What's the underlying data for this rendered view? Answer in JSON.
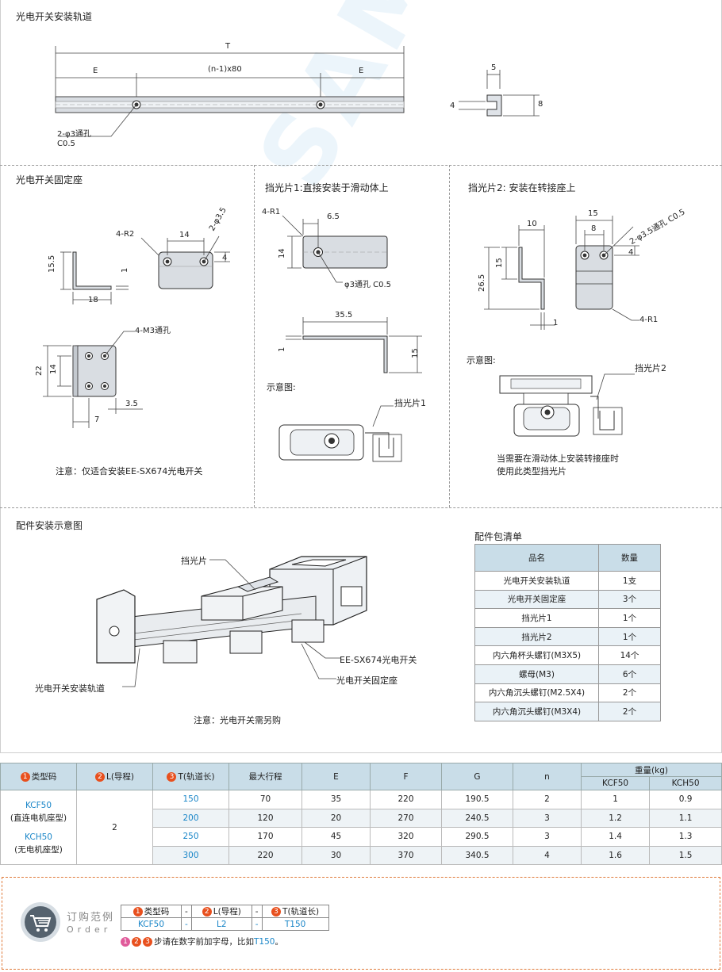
{
  "sections": {
    "rail": "光电开关安装轨道",
    "mount": "光电开关固定座",
    "flag1": "挡光片1:直接安装于滑动体上",
    "flag2": "挡光片2: 安装在转接座上",
    "assembly": "配件安装示意图",
    "parts_list": "配件包清单"
  },
  "rail_dims": {
    "T": "T",
    "E_left": "E",
    "pitch": "(n-1)x80",
    "E_right": "E",
    "hole": "2-φ3通孔",
    "chamfer": "C0.5",
    "w5": "5",
    "h4": "4",
    "h8": "8"
  },
  "mount_dims": {
    "r2": "4-R2",
    "d14": "14",
    "d35": "2-φ3.5",
    "d4": "4",
    "h155": "15.5",
    "t1": "1",
    "w18": "18",
    "m3": "4-M3通孔",
    "h22": "22",
    "h14": "14",
    "d7": "7",
    "d35b": "3.5",
    "note": "注意：仅适合安装EE-SX674光电开关"
  },
  "flag1_dims": {
    "r1": "4-R1",
    "d65": "6.5",
    "h14": "14",
    "hole": "φ3通孔  C0.5",
    "d355": "35.5",
    "t1": "1",
    "h15": "15",
    "schematic": "示意图:",
    "callout": "挡光片1"
  },
  "flag2_dims": {
    "d10": "10",
    "d15": "15",
    "d8": "8",
    "hole": "2-φ3.5通孔  C0.5",
    "d4": "4",
    "h15": "15",
    "h265": "26.5",
    "t1": "1",
    "r1": "4-R1",
    "schematic": "示意图:",
    "callout": "挡光片2",
    "note1": "当需要在滑动体上安装转接座时",
    "note2": "使用此类型挡光片"
  },
  "assembly_labels": {
    "flag": "挡光片",
    "rail": "光电开关安装轨道",
    "switch": "EE-SX674光电开关",
    "mount": "光电开关固定座",
    "note": "注意：光电开关需另购"
  },
  "parts_table": {
    "headers": [
      "品名",
      "数量"
    ],
    "rows": [
      [
        "光电开关安装轨道",
        "1支"
      ],
      [
        "光电开关固定座",
        "3个"
      ],
      [
        "挡光片1",
        "1个"
      ],
      [
        "挡光片2",
        "1个"
      ],
      [
        "内六角杯头螺钉(M3X5)",
        "14个"
      ],
      [
        "螺母(M3)",
        "6个"
      ],
      [
        "内六角沉头螺钉(M2.5X4)",
        "2个"
      ],
      [
        "内六角沉头螺钉(M3X4)",
        "2个"
      ]
    ]
  },
  "spec_table": {
    "h_type": "类型码",
    "h_L": "L(导程)",
    "h_T": "T(轨道长)",
    "h_stroke": "最大行程",
    "h_E": "E",
    "h_F": "F",
    "h_G": "G",
    "h_n": "n",
    "h_weight": "重量(kg)",
    "h_kcf": "KCF50",
    "h_kch": "KCH50",
    "type1": "KCF50",
    "type1_desc": "(直连电机座型)",
    "type2": "KCH50",
    "type2_desc": "(无电机座型)",
    "L": "2",
    "rows": [
      [
        "150",
        "70",
        "35",
        "220",
        "190.5",
        "2",
        "1",
        "0.9"
      ],
      [
        "200",
        "120",
        "20",
        "270",
        "240.5",
        "3",
        "1.2",
        "1.1"
      ],
      [
        "250",
        "170",
        "45",
        "320",
        "290.5",
        "3",
        "1.4",
        "1.3"
      ],
      [
        "300",
        "220",
        "30",
        "370",
        "340.5",
        "4",
        "1.6",
        "1.5"
      ]
    ],
    "badges": [
      "1",
      "2",
      "3"
    ]
  },
  "order": {
    "title": "订购范例",
    "subtitle": "Order",
    "h1": "类型码",
    "h2": "L(导程)",
    "h3": "T(轨道长)",
    "dash": "-",
    "v1": "KCF50",
    "v2": "L2",
    "v3": "T150",
    "note_pre": "步请在数字前加字母，比如",
    "note_ex": "T150",
    "note_end": "。"
  },
  "watermark": "SAMLC",
  "colors": {
    "accent": "#1a86c8",
    "badge": "#e8501e",
    "header_bg": "#c9dde8"
  }
}
